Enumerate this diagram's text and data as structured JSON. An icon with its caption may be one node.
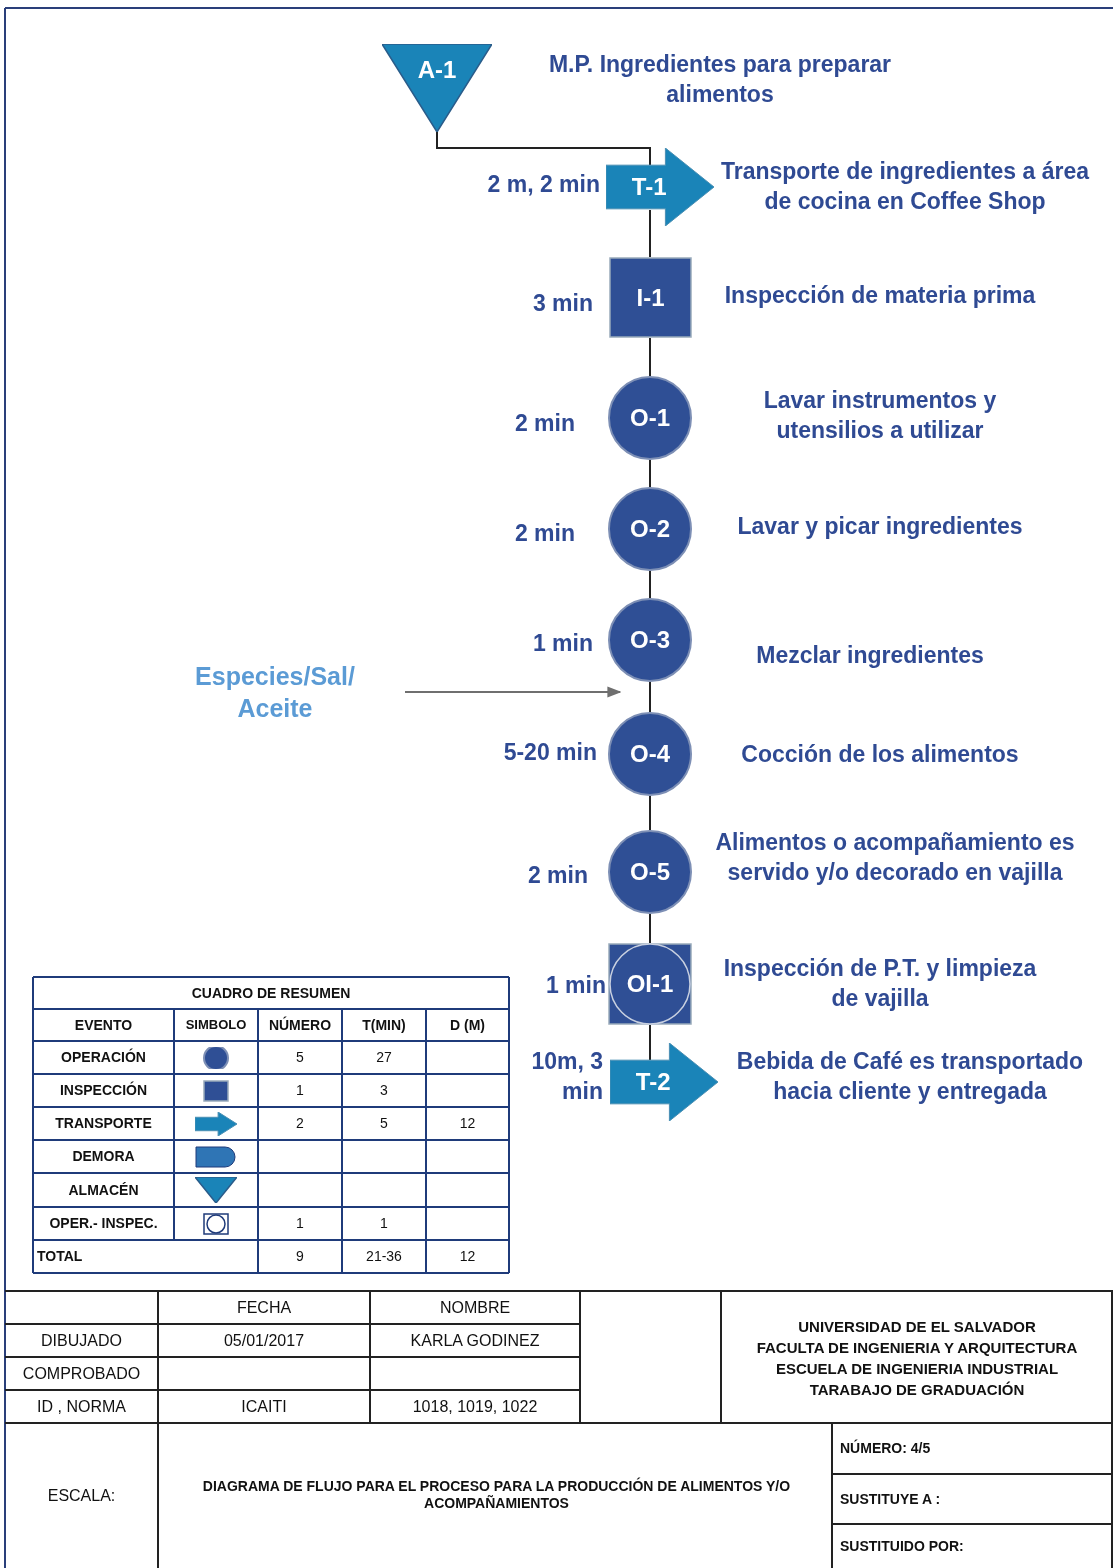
{
  "diagram": {
    "nodes": [
      {
        "text": [
          "A-1"
        ],
        "beside": [
          "M.P. Ingredientes para preparar alimentos"
        ]
      },
      {
        "text": [
          "T-1"
        ],
        "beside": [
          "2 m, 2 min",
          "Transporte de ingredientes a área de cocina en Coffee Shop"
        ]
      },
      {
        "text": [
          "I-1"
        ],
        "beside": [
          "3 min",
          "Inspección de materia prima"
        ]
      },
      {
        "text": [
          "O-1"
        ],
        "beside": [
          "2 min",
          "Lavar instrumentos y utensilios a utilizar"
        ]
      },
      {
        "text": [
          "O-2"
        ],
        "beside": [
          "2 min",
          "Lavar y picar ingredientes"
        ]
      },
      {
        "text": [
          "O-3"
        ],
        "beside": [
          "1 min",
          "Mezclar ingredientes"
        ]
      },
      {
        "text": [
          "O-4"
        ],
        "beside": [
          "5-20 min",
          "Cocción de los alimentos"
        ]
      },
      {
        "text": [
          "O-5"
        ],
        "beside": [
          "2 min",
          "Alimentos o acompañamiento es servido y/o decorado en vajilla"
        ]
      },
      {
        "text": [
          "OI-1"
        ],
        "beside": [
          "1 min",
          "Inspección de P.T. y limpieza de vajilla"
        ]
      },
      {
        "text": [
          "T-2"
        ],
        "beside": [
          "10m, 3 min",
          "Bebida de Café es transportado hacia cliente y entregada"
        ]
      },
      {
        "text": [
          "Especies/Sal/ Aceite"
        ]
      }
    ],
    "edges": [
      {
        "from": 0,
        "to": 1,
        "arrow": "none"
      },
      {
        "from": 1,
        "to": 2,
        "arrow": "none"
      },
      {
        "from": 2,
        "to": 3,
        "arrow": "none"
      },
      {
        "from": 3,
        "to": 4,
        "arrow": "none"
      },
      {
        "from": 4,
        "to": 5,
        "arrow": "none"
      },
      {
        "from": 5,
        "to": 6,
        "arrow": "none"
      },
      {
        "from": 6,
        "to": 7,
        "arrow": "none"
      },
      {
        "from": 7,
        "to": 8,
        "arrow": "none"
      },
      {
        "from": 8,
        "to": 9,
        "arrow": "none"
      },
      {
        "from": 10,
        "to": 5,
        "arrow": "to",
        "color": "#6f6f6f"
      }
    ],
    "labels": [
      "CUADRO DE RESUMEN",
      "EVENTO",
      "SIMBOLO",
      "NÚMERO",
      "T(MIN)",
      "D (M)",
      "OPERACIÓN",
      "5",
      "27",
      "INSPECCIÓN",
      "1",
      "3",
      "TRANSPORTE",
      "2",
      "5",
      "12",
      "DEMORA",
      "ALMACÉN",
      "OPER.- INSPEC.",
      "1",
      "1",
      "TOTAL",
      "9",
      "21-36",
      "12",
      "FECHA",
      "NOMBRE",
      "DIBUJADO",
      "05/01/2017",
      "KARLA GODINEZ",
      "COMPROBADO",
      "ID , NORMA",
      "ICAITI",
      "1018, 1019, 1022",
      "UNIVERSIDAD DE EL SALVADOR",
      "FACULTA DE INGENIERIA Y ARQUITECTURA",
      "ESCUELA DE INGENIERIA INDUSTRIAL",
      "TARABAJO DE GRADUACIÓN",
      "ESCALA:",
      "DIAGRAMA DE FLUJO PARA EL PROCESO PARA LA  PRODUCCIÓN DE ALIMENTOS Y/O ACOMPAÑAMIENTOS",
      "NÚMERO: 4/5",
      "SUSTITUYE A :",
      "SUSTITUIDO POR:"
    ]
  }
}
